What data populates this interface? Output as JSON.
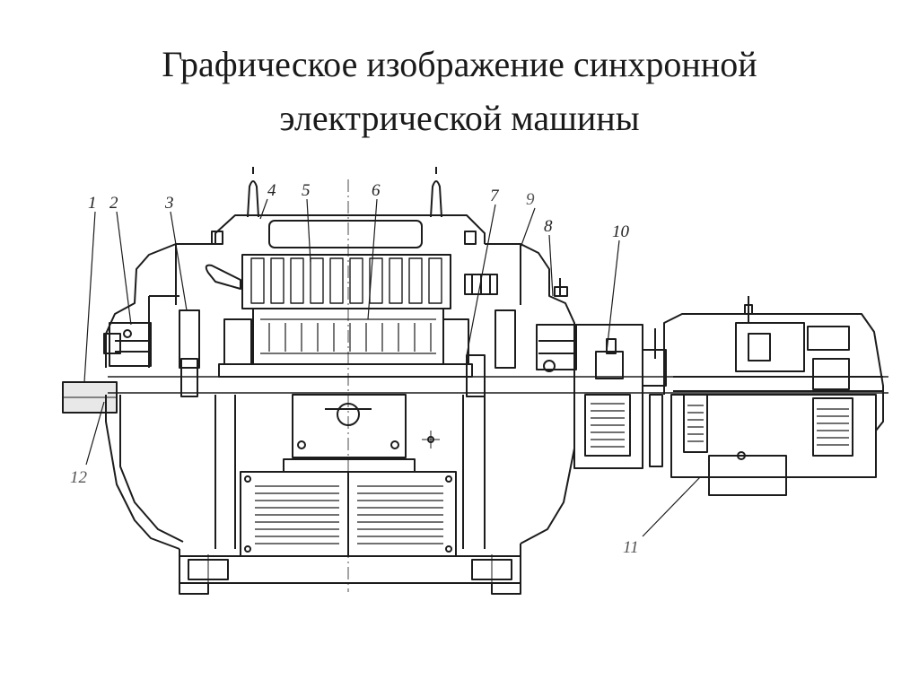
{
  "slide": {
    "title_line1": "Графическое изображение синхронной",
    "title_line2": "электрической машины"
  },
  "diagram": {
    "callouts": [
      "1",
      "2",
      "3",
      "4",
      "5",
      "6",
      "7",
      "8",
      "9",
      "10",
      "11",
      "12"
    ],
    "ink_color": "#1c1c1c",
    "secondary_ink_color": "#555555",
    "background_color": "#ffffff"
  }
}
